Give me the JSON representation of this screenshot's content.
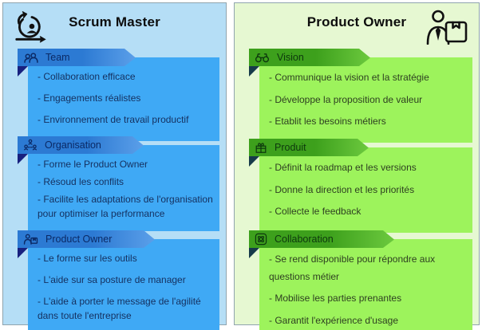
{
  "panels": {
    "left": {
      "title": "Scrum Master",
      "header_icon": "scrum-sprint-icon",
      "colors": {
        "panel_bg": "#b5def6",
        "card": "#3fa9f5",
        "banner": "#2c7ad3",
        "fold": "#18217f",
        "text": "#15305f"
      },
      "sections": [
        {
          "label": "Team",
          "icon": "team-people-icon",
          "items": [
            "- Collaboration efficace",
            "- Engagements réalistes",
            "- Environnement de travail productif"
          ]
        },
        {
          "label": "Organisation",
          "icon": "org-chart-icon",
          "items": [
            "- Forme le  Product Owner",
            "- Résoud les conflits",
            "- Facilite les adaptations de l'organisation pour optimiser la performance"
          ]
        },
        {
          "label": "Product Owner",
          "icon": "person-with-board-icon",
          "items": [
            "- Le forme sur les outils",
            "- L'aide sur sa posture de manager",
            "- L'aide à porter le message de l'agilité dans toute l'entreprise"
          ]
        }
      ]
    },
    "right": {
      "title": "Product Owner",
      "header_icon": "person-with-package-icon",
      "colors": {
        "panel_bg": "#e6f8d2",
        "card": "#9df35c",
        "banner": "#3da01c",
        "fold": "#173b4a",
        "text": "#2e4021"
      },
      "sections": [
        {
          "label": "Vision",
          "icon": "binoculars-icon",
          "items": [
            "- Communique la vision et la stratégie",
            "- Développe la proposition de valeur",
            "- Etablit les besoins métiers"
          ]
        },
        {
          "label": "Produit",
          "icon": "gift-box-icon",
          "items": [
            "- Définit la roadmap et les versions",
            "- Donne la direction et les priorités",
            "- Collecte le feedback"
          ]
        },
        {
          "label": "Collaboration",
          "icon": "interlocked-loops-icon",
          "items": [
            "- Se rend disponible pour répondre aux questions métier",
            "- Mobilise les parties prenantes",
            "- Garantit l'expérience d'usage"
          ]
        }
      ]
    }
  }
}
